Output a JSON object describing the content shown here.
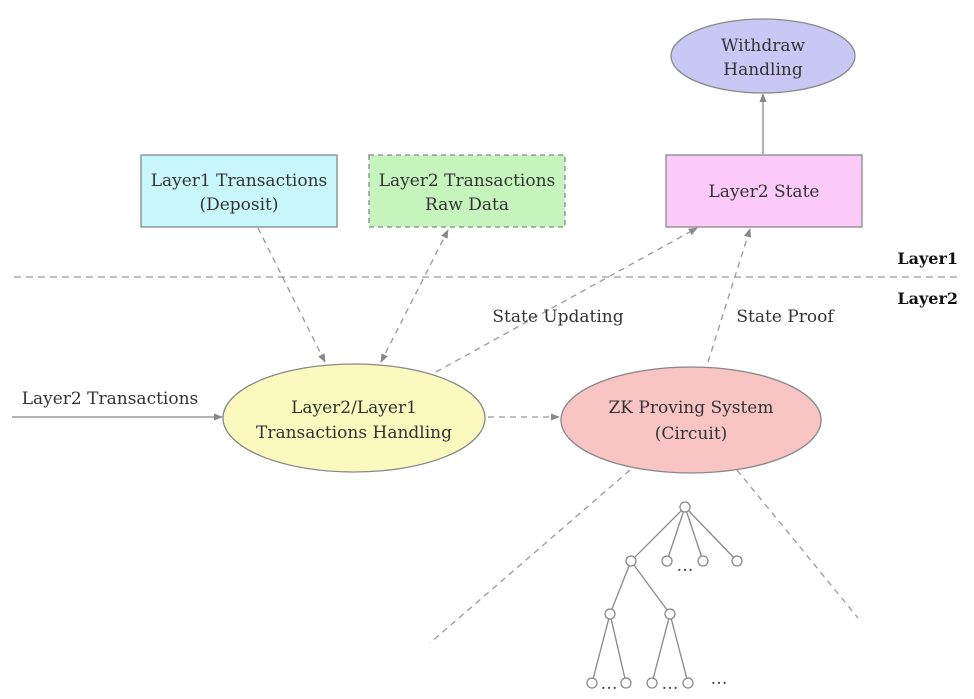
{
  "nodes": {
    "withdraw": {
      "lines": [
        "Withdraw",
        "Handling"
      ],
      "fill": "#c9c8f5"
    },
    "l1_tx": {
      "lines": [
        "Layer1 Transactions",
        "(Deposit)"
      ],
      "fill": "#c8f7fb"
    },
    "l2_raw": {
      "lines": [
        "Layer2 Transactions",
        "Raw Data"
      ],
      "fill": "#c5f5bd"
    },
    "l2_state": {
      "lines": [
        "Layer2 State"
      ],
      "fill": "#fbcaf8"
    },
    "handling": {
      "lines": [
        "Layer2/Layer1",
        "Transactions Handling"
      ],
      "fill": "#fbf9bd"
    },
    "zk": {
      "lines": [
        "ZK Proving System",
        "(Circuit)"
      ],
      "fill": "#f8c4c4"
    }
  },
  "edge_labels": {
    "state_updating": "State Updating",
    "state_proof": "State Proof",
    "layer2_transactions": "Layer2 Transactions"
  },
  "layers": {
    "layer1": "Layer1",
    "layer2": "Layer2"
  },
  "tree_dots": [
    "…",
    "…",
    "…",
    "…"
  ],
  "colors": {
    "stroke": "#888888",
    "dash": "#999999",
    "text": "#333333"
  }
}
